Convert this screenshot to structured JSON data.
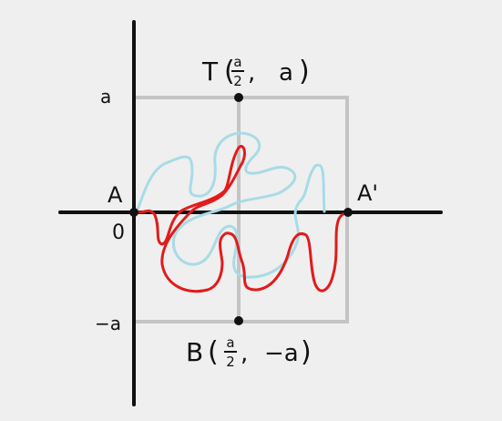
{
  "colors": {
    "background": "#efefef",
    "axes": "#111111",
    "square": "#c4c4c4",
    "midline": "#c4c4c4",
    "red_curve": "#e21b1b",
    "blue_curve": "#a8dbe6",
    "points": "#111111"
  },
  "axis_labels": {
    "y_top": "a",
    "y_bottom": "−a",
    "origin": "0"
  },
  "points": {
    "A": {
      "label": "A"
    },
    "A_prime": {
      "label": "A'"
    },
    "T": {
      "letter": "T",
      "open": "(",
      "num": "a",
      "den": "2",
      "comma": ",",
      "coord": "a",
      "close": ")"
    },
    "B": {
      "letter": "B",
      "open": "(",
      "num": "a",
      "den": "2",
      "comma": ",",
      "coord": "−a",
      "close": ")"
    }
  }
}
